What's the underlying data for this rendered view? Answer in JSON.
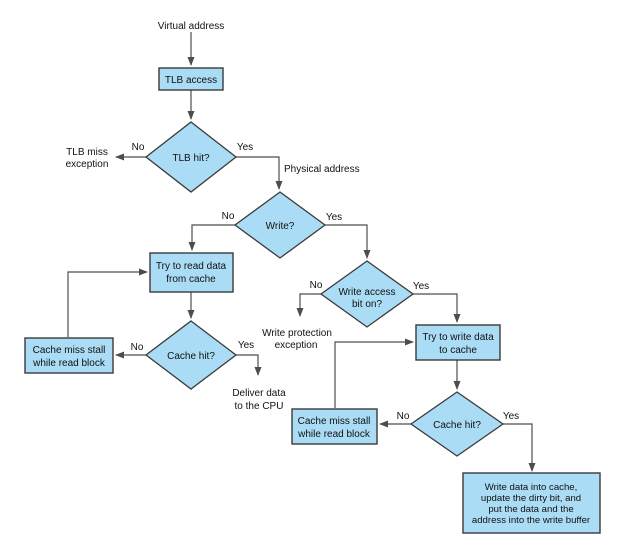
{
  "figure": {
    "type": "flowchart",
    "colors": {
      "node_fill": "#abdcf5",
      "node_stroke": "#3a3a3a",
      "edge": "#4d4d4d",
      "text": "#111111",
      "background": "#ffffff"
    },
    "nodes": {
      "virtual_address": {
        "label": "Virtual address"
      },
      "tlb_access": {
        "label": "TLB access"
      },
      "tlb_hit": {
        "label": "TLB hit?"
      },
      "tlb_miss_exception": {
        "line1": "TLB miss",
        "line2": "exception"
      },
      "physical_address": {
        "label": "Physical address"
      },
      "write": {
        "label": "Write?"
      },
      "try_read": {
        "line1": "Try to read data",
        "line2": "from cache"
      },
      "cache_hit_read": {
        "label": "Cache hit?"
      },
      "cache_miss_read": {
        "line1": "Cache miss stall",
        "line2": "while read block"
      },
      "deliver_data": {
        "line1": "Deliver data",
        "line2": "to the CPU"
      },
      "write_access": {
        "line1": "Write access",
        "line2": "bit on?"
      },
      "write_protection_exception": {
        "line1": "Write protection",
        "line2": "exception"
      },
      "try_write": {
        "line1": "Try to write data",
        "line2": "to cache"
      },
      "cache_hit_write": {
        "label": "Cache hit?"
      },
      "cache_miss_write": {
        "line1": "Cache miss stall",
        "line2": "while read block"
      },
      "write_buffer": {
        "line1": "Write data into cache,",
        "line2": "update the dirty bit, and",
        "line3": "put the data and the",
        "line4": "address into the write buffer"
      }
    },
    "edge_labels": {
      "tlb_hit_no": "No",
      "tlb_hit_yes": "Yes",
      "write_no": "No",
      "write_yes": "Yes",
      "write_access_no": "No",
      "write_access_yes": "Yes",
      "cache_hit_read_no": "No",
      "cache_hit_read_yes": "Yes",
      "cache_hit_write_no": "No",
      "cache_hit_write_yes": "Yes"
    }
  }
}
